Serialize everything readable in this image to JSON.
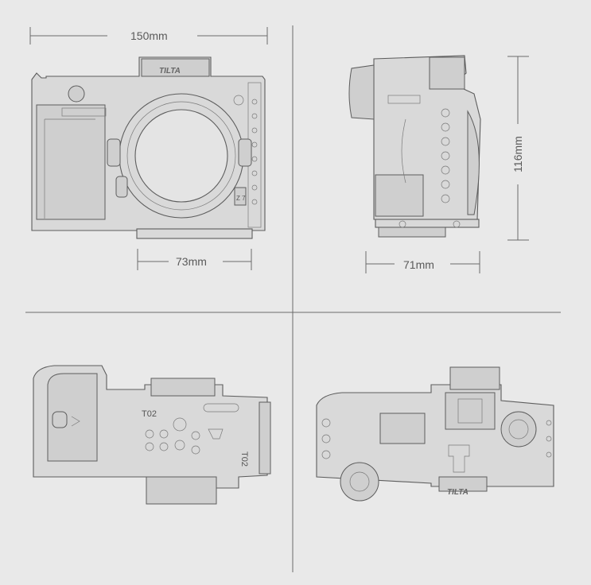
{
  "dimensions": {
    "width_label": "150mm",
    "depth_front_label": "73mm",
    "depth_side_label": "71mm",
    "height_label": "116mm"
  },
  "engravings": {
    "brand_front": "TILTA",
    "model_badge": "Z 7",
    "part_code_left": "T02",
    "part_code_right": "T02",
    "brand_top": "TILTA"
  },
  "colors": {
    "background": "#e9e9e9",
    "line": "#5d5d5d",
    "fill": "#d9d9d9",
    "divider": "#6a6a6a"
  }
}
